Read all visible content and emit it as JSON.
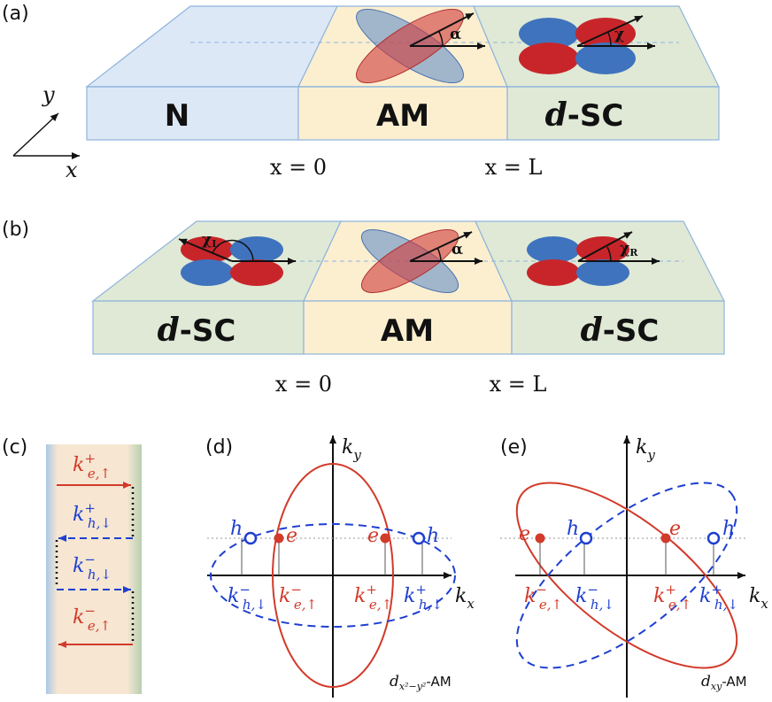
{
  "panels": {
    "a": {
      "label": "(a)",
      "blocks": [
        "N",
        "AM",
        "-SC"
      ],
      "d_letter": "d",
      "x0": "x = 0",
      "xL": "x = L",
      "axis_x": "x",
      "axis_y": "y",
      "alpha": "α",
      "chi": "χ"
    },
    "b": {
      "label": "(b)",
      "blocks": [
        "-SC",
        "AM",
        "-SC"
      ],
      "d_letter": "d",
      "x0": "x = 0",
      "xL": "x = L",
      "alpha": "α",
      "chi_l": "χ",
      "chi_l_sub": "L",
      "chi_r": "χ",
      "chi_r_sub": "R"
    },
    "c": {
      "label": "(c)",
      "arrows": [
        {
          "k": "k",
          "sup": "+",
          "sub": "e,↑"
        },
        {
          "k": "k",
          "sup": "+",
          "sub": "h,↓"
        },
        {
          "k": "k",
          "sup": "−",
          "sub": "h,↓"
        },
        {
          "k": "k",
          "sup": "−",
          "sub": "e,↑"
        }
      ]
    },
    "d": {
      "label": "(d)",
      "kx": "k",
      "kx_sub": "x",
      "ky": "k",
      "ky_sub": "y",
      "e": "e",
      "h": "h",
      "k_labels": [
        {
          "sup": "−",
          "sub": "h,↓"
        },
        {
          "sup": "−",
          "sub": "e,↑"
        },
        {
          "sup": "+",
          "sub": "e,↑"
        },
        {
          "sup": "+",
          "sub": "h,↓"
        }
      ],
      "caption_d": "d",
      "caption_sub": "x²−y²",
      "caption_rest": "-AM"
    },
    "e": {
      "label": "(e)",
      "kx": "k",
      "kx_sub": "x",
      "ky": "k",
      "ky_sub": "y",
      "e": "e",
      "h": "h",
      "k_labels": [
        {
          "sup": "−",
          "sub": "e,↑"
        },
        {
          "sup": "−",
          "sub": "h,↓"
        },
        {
          "sup": "+",
          "sub": "e,↑"
        },
        {
          "sup": "+",
          "sub": "h,↓"
        }
      ],
      "caption_d": "d",
      "caption_sub": "xy",
      "caption_rest": "-AM"
    }
  },
  "colors": {
    "electron": "#d23a2a",
    "hole": "#1f3fd0",
    "normal": "#dde8f6",
    "am": "#fbefd0",
    "sc": "#dfe9d5",
    "edge": "#8fb4dd"
  }
}
